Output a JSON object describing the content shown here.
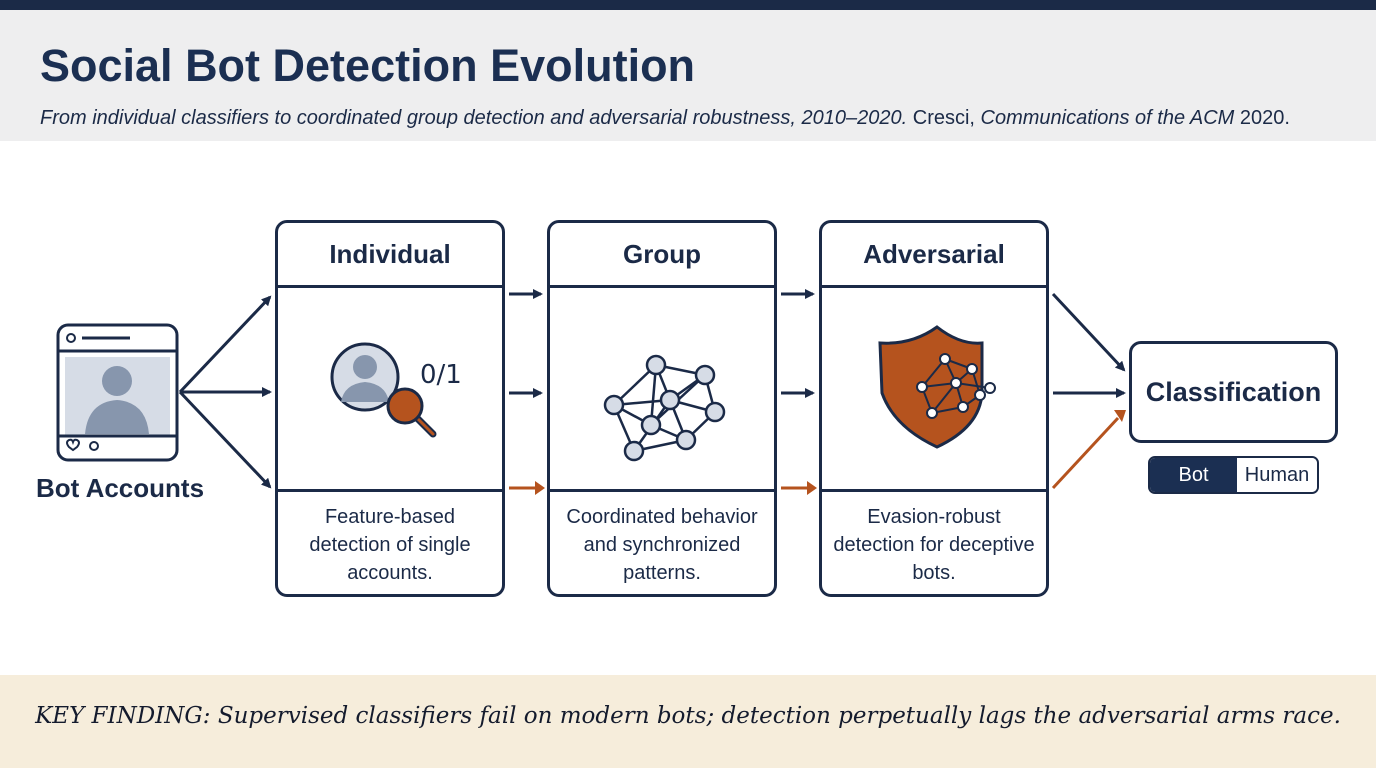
{
  "header": {
    "title": "Social Bot Detection Evolution",
    "subtitle_italic_1": "From individual classifiers to coordinated group detection and adversarial robustness, 2010–2020.",
    "subtitle_author": " Cresci, ",
    "subtitle_italic_2": "Communications of the ACM",
    "subtitle_year": " 2020."
  },
  "input": {
    "label": "Bot Accounts",
    "icon": "user-profile-card-icon"
  },
  "stages": [
    {
      "title": "Individual",
      "description": "Feature-based detection of single accounts.",
      "icon": "user-magnifier-icon",
      "icon_text": "0/1"
    },
    {
      "title": "Group",
      "description": "Coordinated behavior and synchronized patterns.",
      "icon": "network-graph-icon"
    },
    {
      "title": "Adversarial",
      "description": "Evasion-robust detection for deceptive bots.",
      "icon": "shield-network-icon"
    }
  ],
  "output": {
    "label": "Classification",
    "options": [
      "Bot",
      "Human"
    ],
    "selected": "Bot"
  },
  "finding": {
    "prefix": "KEY FINDING:",
    "text": " Supervised classifiers fail on modern bots; detection perpetually lags the adversarial arms race."
  },
  "colors": {
    "navy": "#1b2a47",
    "accent": "#b5531e",
    "header_bg": "#eeeeef",
    "finding_bg": "#f6eddb"
  }
}
